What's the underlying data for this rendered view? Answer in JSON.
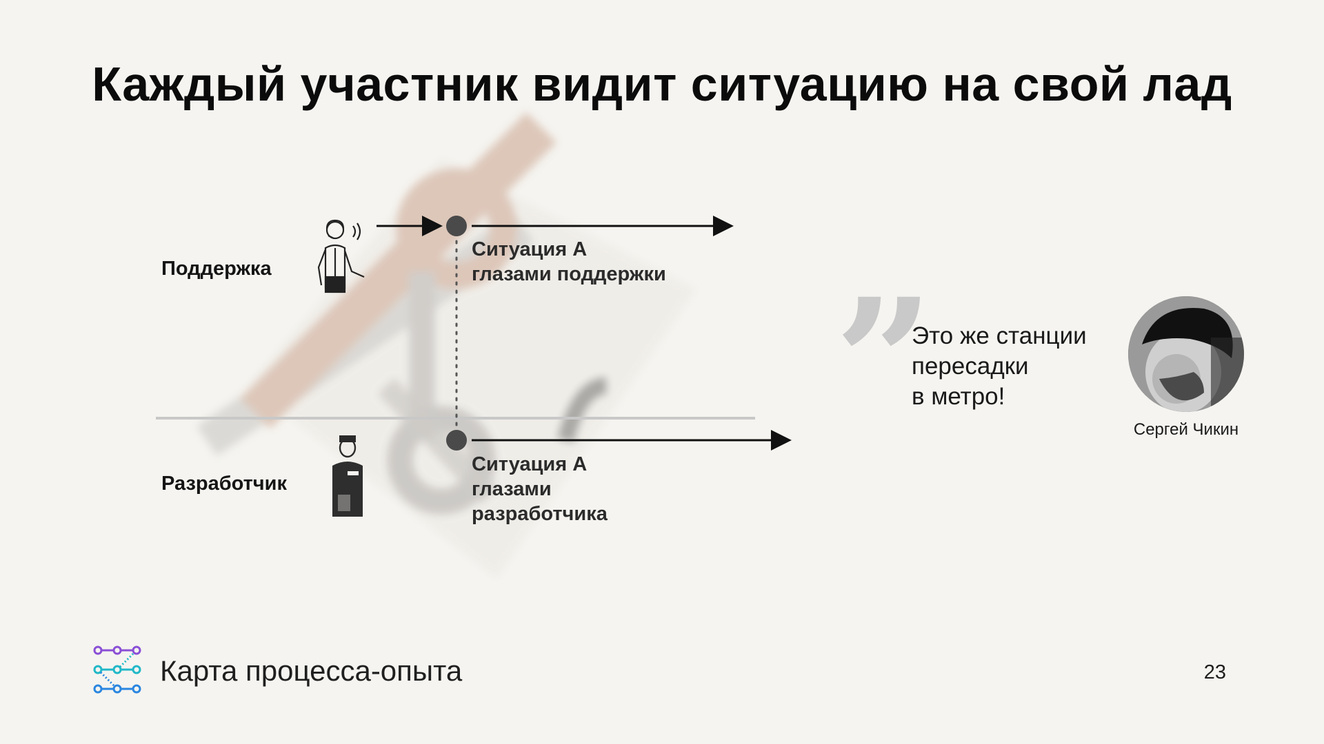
{
  "title": "Каждый участник видит ситуацию на свой лад",
  "diagram": {
    "rows": [
      {
        "role": "Поддержка",
        "icon": "support-agent-headset-icon",
        "situation_lines": [
          "Ситуация А",
          "глазами поддержки"
        ]
      },
      {
        "role": "Разработчик",
        "icon": "developer-person-icon",
        "situation_lines": [
          "Ситуация А",
          "глазами",
          "разработчика"
        ]
      }
    ],
    "background_art": "yandex-logo-watermark"
  },
  "quote": {
    "mark": "”",
    "lines": [
      "Это же станции",
      "пересадки",
      "в метро!"
    ],
    "author": "Сергей Чикин",
    "avatar": "author-photo"
  },
  "footer": {
    "brand": "Карта процесса-опыта",
    "logo_icon": "process-map-logo-icon",
    "page_number": "23"
  },
  "colors": {
    "background": "#f5f4f0",
    "accent_watermark": "#d9c0b0",
    "logo_purple": "#8a4fd6",
    "logo_blue": "#2a86e0",
    "logo_teal": "#20b8c8"
  }
}
